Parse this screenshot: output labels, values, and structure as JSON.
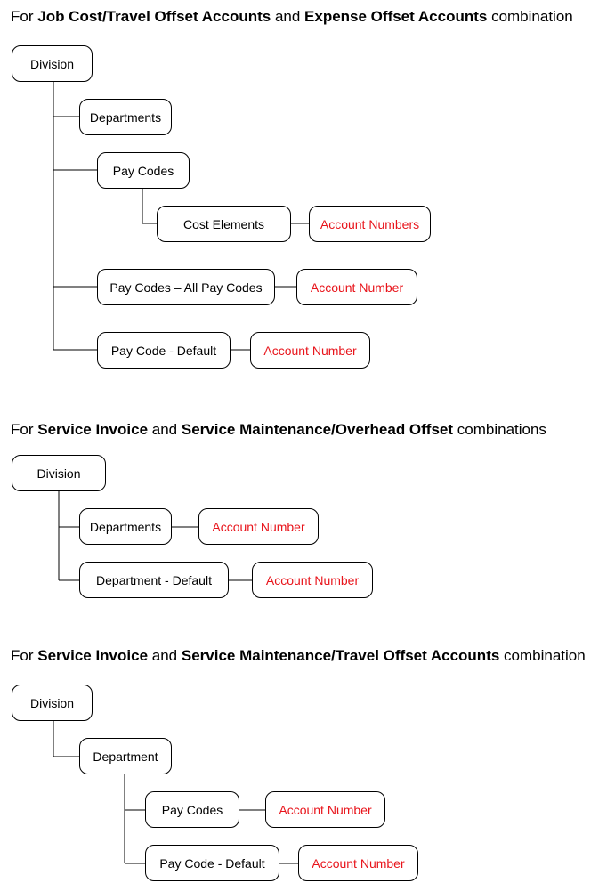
{
  "sections": [
    {
      "heading": {
        "pre": "For ",
        "b1": "Job Cost/Travel Offset Accounts",
        "mid": " and ",
        "b2": "Expense Offset Accounts",
        "post": " combination"
      },
      "nodes": {
        "division": "Division",
        "departments": "Departments",
        "pay_codes": "Pay Codes",
        "cost_elements": "Cost Elements",
        "account_numbers": "Account Numbers",
        "pay_codes_all": "Pay Codes – All Pay Codes",
        "account_number_all": "Account Number",
        "pay_code_default": "Pay Code - Default",
        "account_number_default": "Account Number"
      }
    },
    {
      "heading": {
        "pre": "For ",
        "b1": "Service Invoice",
        "mid": " and ",
        "b2": "Service Maintenance/Overhead Offset",
        "post": " combinations"
      },
      "nodes": {
        "division": "Division",
        "departments": "Departments",
        "account_number_dept": "Account Number",
        "department_default": "Department - Default",
        "account_number_default": "Account Number"
      }
    },
    {
      "heading": {
        "pre": "For ",
        "b1": "Service Invoice",
        "mid": " and ",
        "b2": "Service Maintenance/Travel Offset Accounts",
        "post": " combination"
      },
      "nodes": {
        "division": "Division",
        "department": "Department",
        "pay_codes": "Pay Codes",
        "account_number_pay": "Account Number",
        "pay_code_default": "Pay Code - Default",
        "account_number_default": "Account Number"
      }
    }
  ],
  "colors": {
    "account_text": "#e8141b",
    "line": "#000000"
  }
}
